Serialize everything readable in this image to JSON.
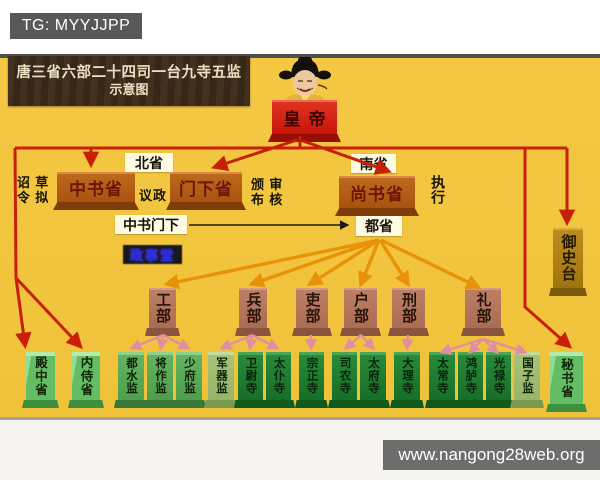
{
  "watermarks": {
    "tg": "TG: MYYJJPP",
    "site": "www.nangong28web.org"
  },
  "title": {
    "line1": "唐三省六部二十四司一台九寺五监",
    "line2": "示意图"
  },
  "emperor": {
    "label": "皇帝"
  },
  "region_labels": {
    "north": "北省",
    "south": "南省"
  },
  "annotations": {
    "draft_edicts": "诏 草\n令 拟",
    "deliberation": "议政",
    "promulgate_review": "颁 审\n布 核",
    "execution": "执行"
  },
  "departments": {
    "secretariat": "中书省",
    "chancellery": "门下省",
    "state_affairs": "尚书省",
    "zhongshu_menxia": "中书门下",
    "zhengshitang": "政事堂",
    "dusheng": "都省",
    "censorate": "御史台"
  },
  "ministries": [
    "工部",
    "兵部",
    "吏部",
    "户部",
    "刑部",
    "礼部"
  ],
  "agencies": [
    {
      "label": "殿中省",
      "type": "province"
    },
    {
      "label": "内侍省",
      "type": "province"
    },
    {
      "label": "都水监",
      "type": "directorate"
    },
    {
      "label": "将作监",
      "type": "directorate"
    },
    {
      "label": "少府监",
      "type": "directorate"
    },
    {
      "label": "军器监",
      "type": "directorate_light"
    },
    {
      "label": "卫尉寺",
      "type": "court"
    },
    {
      "label": "太仆寺",
      "type": "court"
    },
    {
      "label": "宗正寺",
      "type": "court"
    },
    {
      "label": "司农寺",
      "type": "court"
    },
    {
      "label": "太府寺",
      "type": "court"
    },
    {
      "label": "大理寺",
      "type": "court"
    },
    {
      "label": "太常寺",
      "type": "court"
    },
    {
      "label": "鸿胪寺",
      "type": "court"
    },
    {
      "label": "光禄寺",
      "type": "court"
    },
    {
      "label": "国子监",
      "type": "school"
    },
    {
      "label": "秘书省",
      "type": "province"
    }
  ],
  "colors": {
    "background": "#f2c640",
    "arrow_red": "#c81f08",
    "arrow_orange": "#e8920a",
    "arrow_pink": "#e18fa0",
    "emperor_red": "#c9150a",
    "department_brown": "#a9520f",
    "ministry_salmon": "#aa6c52",
    "court_green": "#176e28",
    "province_green": "#63bd63"
  }
}
